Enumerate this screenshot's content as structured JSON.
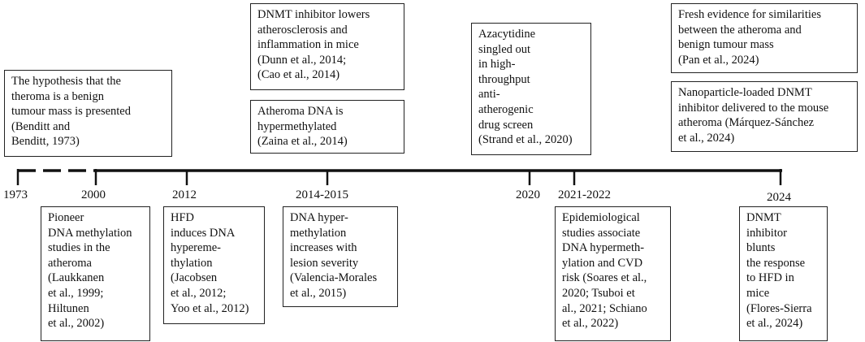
{
  "years": {
    "y1973": "1973",
    "y2000": "2000",
    "y2012": "2012",
    "y2014": "2014-2015",
    "y2020": "2020",
    "y2021": "2021-2022",
    "y2024": "2024"
  },
  "above": {
    "hypothesis": "The hypothesis that the\ntheroma is a benign\ntumour mass is presented\n(Benditt and\nBenditt, 1973)",
    "dnmt_inhibitor_mice": "DNMT inhibitor lowers\natherosclerosis and\ninflammation in mice\n(Dunn et al., 2014;\n(Cao et al., 2014)",
    "hypermethylated": "Atheroma DNA is\nhypermethylated\n(Zaina et al., 2014)",
    "azacytidine": "Azacytidine\nsingled out\nin high-\nthroughput\nanti-\natherogenic\ndrug screen\n(Strand et al., 2020)",
    "fresh_evidence": "Fresh evidence for similarities\nbetween the atheroma and\nbenign tumour mass\n(Pan et al., 2024)",
    "nanoparticle": "Nanoparticle-loaded DNMT\ninhibitor delivered to the mouse\natheroma (Márquez-Sánchez\net al., 2024)"
  },
  "below": {
    "pioneer": "Pioneer\nDNA methylation\nstudies in the\natheroma\n(Laukkanen\net al., 1999;\nHiltunen\net al., 2002)",
    "hfd": "HFD\ninduces DNA\nhypereme-\nthylation\n(Jacobsen\net al., 2012;\nYoo et al., 2012)",
    "lesion_severity": "DNA  hyper-\nmethylation\nincreases with\nlesion severity\n(Valencia-Morales\net al., 2015)",
    "epidemiological": "Epidemiological\nstudies associate\nDNA hypermeth-\nylation and CVD\nrisk (Soares et al.,\n2020; Tsuboi et\nal., 2021; Schiano\net al., 2022)",
    "dnmt_blunts": "DNMT\ninhibitor\nblunts\nthe response\nto HFD in\nmice\n(Flores-Sierra\net al., 2024)"
  }
}
